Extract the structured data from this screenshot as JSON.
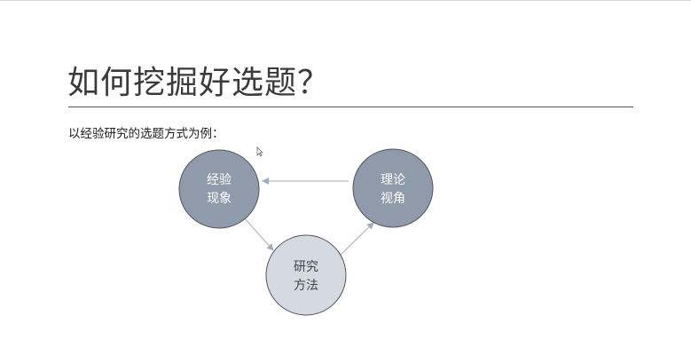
{
  "slide": {
    "title": "如何挖掘好选题？",
    "subtitle": "以经验研究的选题方式为例：",
    "nodes": [
      {
        "id": "empirical",
        "line1": "经验",
        "line2": "现象",
        "color": "#8f9aab"
      },
      {
        "id": "theory",
        "line1": "理论",
        "line2": "视角",
        "color": "#8f9aab"
      },
      {
        "id": "method",
        "line1": "研究",
        "line2": "方法",
        "color": "#d5dae2"
      }
    ],
    "arrow_color": "#a3aebd"
  }
}
